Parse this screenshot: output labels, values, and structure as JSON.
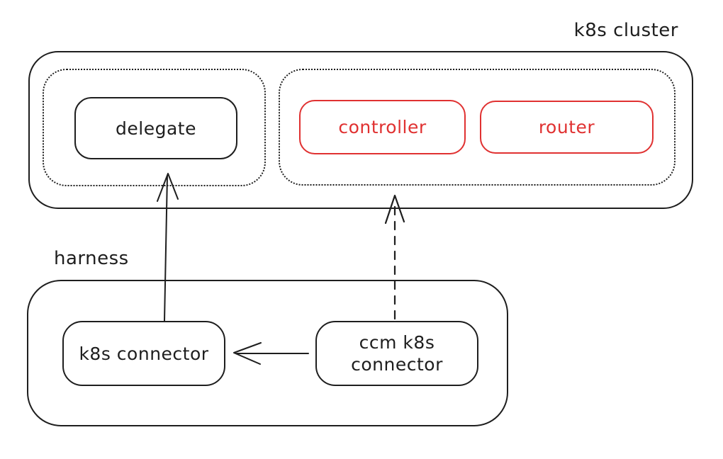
{
  "diagram": {
    "colors": {
      "stroke": "#1e1e1e",
      "accent_red": "#e03131",
      "background": "#ffffff"
    },
    "cluster": {
      "label": "k8s cluster",
      "delegate_group": {
        "delegate_label": "delegate"
      },
      "ccm_group": {
        "controller_label": "controller",
        "router_label": "router"
      }
    },
    "harness": {
      "label": "harness",
      "k8s_connector_label": "k8s connector",
      "ccm_connector": {
        "line1": "ccm k8s",
        "line2": "connector"
      }
    },
    "edges": [
      {
        "from": "k8s connector",
        "to": "delegate",
        "style": "solid",
        "direction": "up"
      },
      {
        "from": "ccm k8s connector",
        "to": "ccm group (controller/router)",
        "style": "dashed",
        "direction": "up"
      },
      {
        "from": "ccm k8s connector",
        "to": "k8s connector",
        "style": "solid",
        "direction": "left"
      }
    ]
  }
}
